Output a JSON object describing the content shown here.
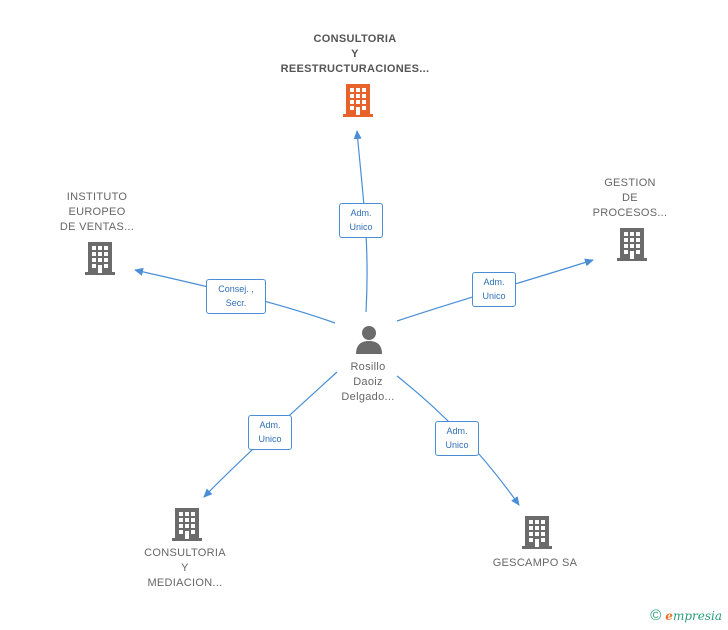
{
  "center": {
    "lines": [
      "Rosillo",
      "Daoiz",
      "Delgado..."
    ],
    "icon": "person-icon"
  },
  "companies": [
    {
      "id": "top",
      "lines": [
        "CONSULTORIA",
        "Y",
        "REESTRUCTURACIONES..."
      ],
      "icon": "building-icon",
      "color": "#e8622c"
    },
    {
      "id": "right",
      "lines": [
        "GESTION",
        "DE",
        "PROCESOS..."
      ],
      "icon": "building-icon",
      "color": "#6b6b6b"
    },
    {
      "id": "left",
      "lines": [
        "INSTITUTO",
        "EUROPEO",
        "DE VENTAS..."
      ],
      "icon": "building-icon",
      "color": "#6b6b6b"
    },
    {
      "id": "bottom-left",
      "lines": [
        "CONSULTORIA",
        "Y",
        "MEDIACION..."
      ],
      "icon": "building-icon",
      "color": "#6b6b6b"
    },
    {
      "id": "bottom-right",
      "lines": [
        "GESCAMPO SA"
      ],
      "icon": "building-icon",
      "color": "#6b6b6b"
    }
  ],
  "relations": [
    {
      "to": "top",
      "lines": [
        "Adm.",
        "Unico"
      ]
    },
    {
      "to": "right",
      "lines": [
        "Adm.",
        "Unico"
      ]
    },
    {
      "to": "left",
      "lines": [
        "Consej. ,",
        "Secr."
      ]
    },
    {
      "to": "bottom-left",
      "lines": [
        "Adm.",
        "Unico"
      ]
    },
    {
      "to": "bottom-right",
      "lines": [
        "Adm.",
        "Unico"
      ]
    }
  ],
  "colors": {
    "edge": "#4a8fd6",
    "accent": "#e8622c",
    "building": "#6b6b6b"
  },
  "footer": {
    "copyright": "©",
    "brand_initial": "e",
    "brand_rest": "mpresia"
  }
}
